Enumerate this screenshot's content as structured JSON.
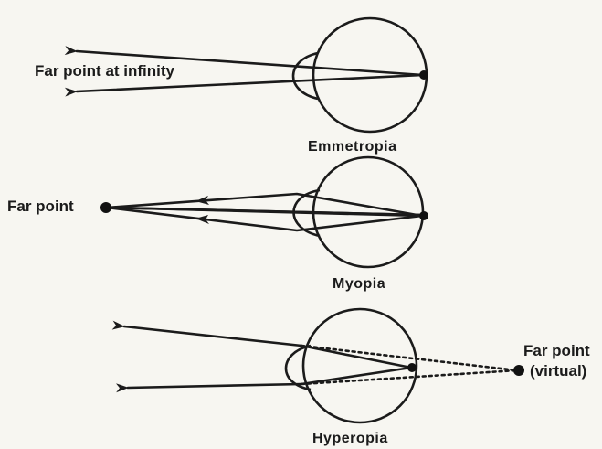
{
  "panels": {
    "emmetropia": {
      "caption": "Emmetropia",
      "far_point_label": "Far point at infinity"
    },
    "myopia": {
      "caption": "Myopia",
      "far_point_label": "Far point"
    },
    "hyperopia": {
      "caption": "Hyperopia",
      "far_point_label_line1": "Far point",
      "far_point_label_line2": "(virtual)"
    }
  }
}
